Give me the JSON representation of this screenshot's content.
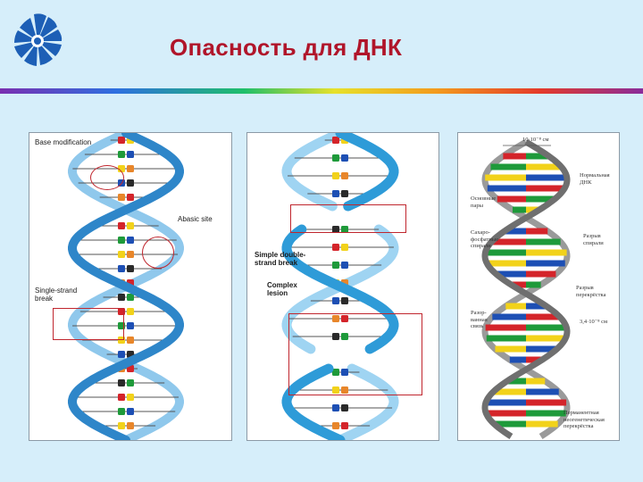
{
  "slide": {
    "title": "Опасность для ДНК"
  },
  "panel1": {
    "labels": {
      "base_modification": "Base modification",
      "abasic_site": "Abasic site",
      "single_strand_break": "Single-strand\nbreak"
    }
  },
  "panel2": {
    "labels": {
      "double_strand_break": "Simple double-\nstrand break",
      "complex_lesion": "Complex\nlesion"
    }
  },
  "panel3": {
    "labels": {
      "top_dim": "10·10⁻⁸ см",
      "normal_dna": "Нормальная\nДНК",
      "bases": "Основные\nпары",
      "sugar_phosphate": "Сахаро-\nфосфатные\nспирали",
      "helix_break": "Разрыв\nспирали",
      "chain_break": "Разрыв\nперекрёстка",
      "mid_dim": "3,4·10⁻⁸ см",
      "broken_bond": "Разор-\nванная\nсвязь",
      "crosslink": "Перманентная\nнеогенетическая\nперекрёстка"
    }
  },
  "colors": {
    "title": "#b0152a",
    "background": "#d6eefa",
    "helix_blue": "#2e86c9",
    "helix_light": "#8fc8ec",
    "damage_box": "#c0262e"
  }
}
